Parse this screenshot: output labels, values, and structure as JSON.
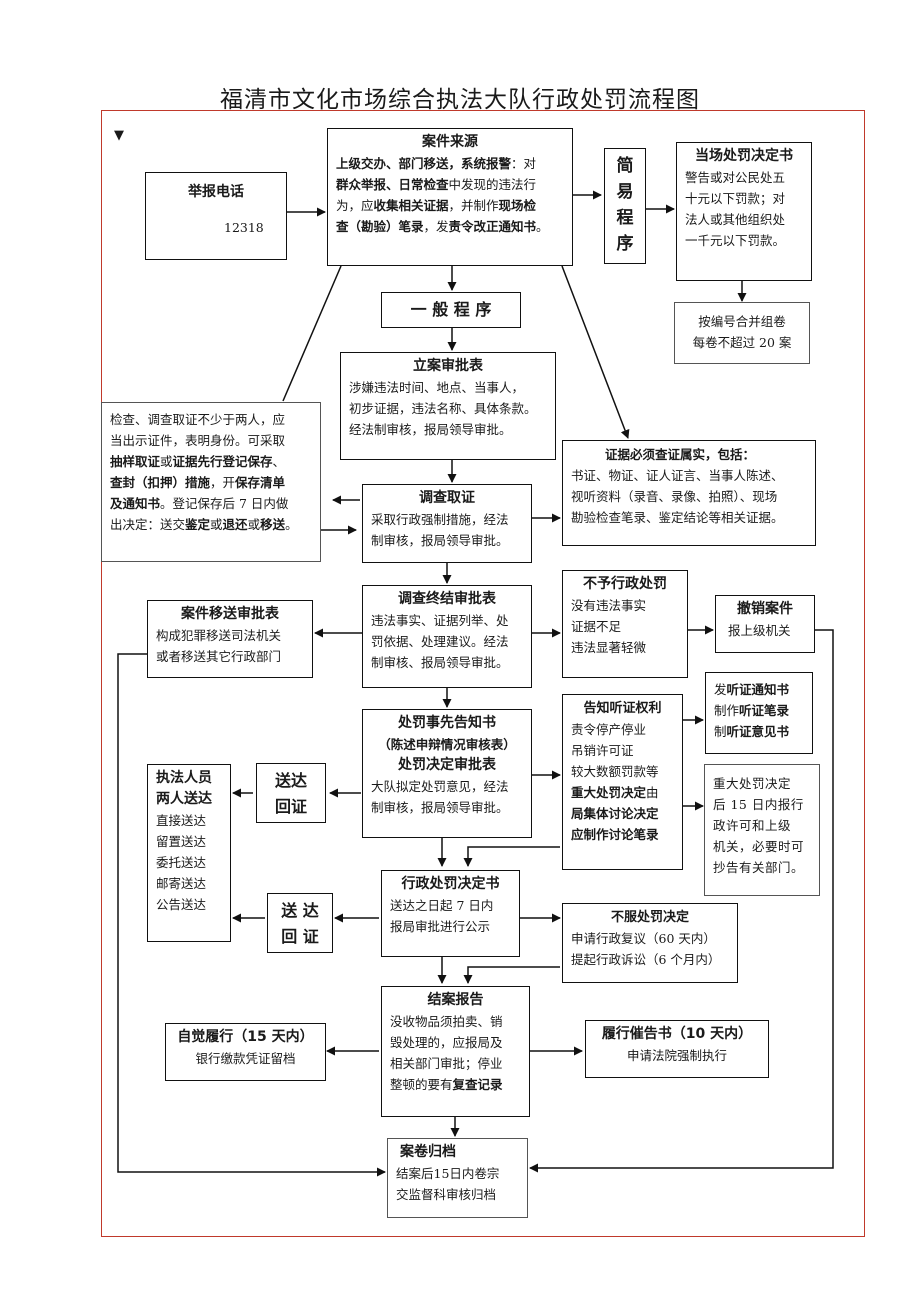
{
  "title": "福清市文化市场综合执法大队行政处罚流程图",
  "marker": "▼",
  "report": {
    "title": "举报电话",
    "number": "12318"
  },
  "source": {
    "title": "案件来源",
    "lines": [
      [
        [
          "上级交办、部门移送，系统报警",
          true
        ],
        [
          "：对",
          false
        ]
      ],
      [
        [
          "群众举报、日常检查",
          true
        ],
        [
          "中发现的违法行",
          false
        ]
      ],
      [
        [
          "为，应",
          false
        ],
        [
          "收集相关证据",
          true
        ],
        [
          "，并制作",
          false
        ],
        [
          "现场检",
          true
        ]
      ],
      [
        [
          "查（勘验）笔录",
          true
        ],
        [
          "，发",
          false
        ],
        [
          "责令改正通知书",
          true
        ],
        [
          "。",
          false
        ]
      ]
    ]
  },
  "simple": {
    "label": "简易程序",
    "chars": [
      "简",
      "易",
      "程",
      "序"
    ]
  },
  "onsite": {
    "title": "当场处罚决定书",
    "lines": [
      "警告或对公民处五",
      "十元以下罚款；对",
      "法人或其他组织处",
      "一千元以下罚款。"
    ]
  },
  "archive_group": {
    "lines": [
      "按编号合并组卷",
      "每卷不超过 20 案"
    ]
  },
  "general": {
    "label": "一 般 程 序"
  },
  "filing": {
    "title": "立案审批表",
    "lines": [
      "涉嫌违法时间、地点、当事人，",
      "初步证据，违法名称、具体条款。",
      "经法制审核，报局领导审批。"
    ]
  },
  "inspect": {
    "lines": [
      [
        [
          "检查、调查取证不少于两人，应",
          false
        ]
      ],
      [
        [
          "当出示证件，表明身份。可采取",
          false
        ]
      ],
      [
        [
          "抽样取证",
          true
        ],
        [
          "或",
          false
        ],
        [
          "证据先行登记保存",
          true
        ],
        [
          "、",
          false
        ]
      ],
      [
        [
          "查封（扣押）措施",
          true
        ],
        [
          "，开",
          false
        ],
        [
          "保存清单",
          true
        ]
      ],
      [
        [
          "及通知书",
          true
        ],
        [
          "。登记保存后 7 日内做",
          false
        ]
      ],
      [
        [
          "出决定：送交",
          false
        ],
        [
          "鉴定",
          true
        ],
        [
          "或",
          false
        ],
        [
          "退还",
          true
        ],
        [
          "或",
          false
        ],
        [
          "移送",
          true
        ],
        [
          "。",
          false
        ]
      ]
    ]
  },
  "evidence": {
    "title": "证据必须查证属实，包括：",
    "lines": [
      "书证、物证、证人证言、当事人陈述、",
      "视听资料（录音、录像、拍照）、现场",
      "勘验检查笔录、鉴定结论等相关证据。"
    ]
  },
  "investigate": {
    "title": "调查取证",
    "lines": [
      "采取行政强制措施，经法",
      "制审核，报局领导审批。"
    ]
  },
  "final_review": {
    "title": "调查终结审批表",
    "lines": [
      "违法事实、证据列举、处",
      "罚依据、处理建议。经法",
      "制审核、报局领导审批。"
    ]
  },
  "transfer": {
    "title": "案件移送审批表",
    "lines": [
      "构成犯罪移送司法机关",
      "或者移送其它行政部门"
    ]
  },
  "no_penalty": {
    "title": "不予行政处罚",
    "lines": [
      "没有违法事实",
      "证据不足",
      "违法显著轻微"
    ]
  },
  "revoke": {
    "title": "撤销案件",
    "lines": [
      "报上级机关"
    ]
  },
  "prior_notice": {
    "title1": "处罚事先告知书",
    "title2": "（陈述申辩情况审核表）",
    "title3": "处罚决定审批表",
    "lines": [
      "大队拟定处罚意见，经法",
      "制审核，报局领导审批。"
    ]
  },
  "hearing": {
    "title": "告知听证权利",
    "lines": [
      [
        [
          "责令停产停业",
          false
        ]
      ],
      [
        [
          "吊销许可证",
          false
        ]
      ],
      [
        [
          "较大数额罚款等",
          false
        ]
      ],
      [
        [
          "重大处罚决定",
          true
        ],
        [
          "由",
          false
        ]
      ],
      [
        [
          "局集体讨论决定",
          true
        ]
      ],
      [
        [
          "应制作讨论笔录",
          true
        ]
      ]
    ]
  },
  "hearing_docs": {
    "lines": [
      [
        [
          "发",
          false
        ],
        [
          "听证通知书",
          true
        ]
      ],
      [
        [
          "制作",
          false
        ],
        [
          "听证笔录",
          true
        ]
      ],
      [
        [
          "制",
          false
        ],
        [
          "听证意见书",
          true
        ]
      ]
    ]
  },
  "major": {
    "lines": [
      "重大处罚决定",
      "后 15 日内报行",
      "政许可和上级",
      "机关，必要时可",
      "抄告有关部门。"
    ]
  },
  "deliver_receipt1": {
    "label": "送达回证",
    "chars": [
      "送达",
      "回证"
    ]
  },
  "deliver_methods": {
    "title1": "执法人员",
    "title2": "两人送达",
    "lines": [
      "直接送达",
      "留置送达",
      "委托送达",
      "邮寄送达",
      "公告送达"
    ]
  },
  "decision": {
    "title": "行政处罚决定书",
    "lines": [
      "送达之日起 7 日内",
      "报局审批进行公示"
    ]
  },
  "deliver_receipt2": {
    "chars": [
      "送 达",
      "回 证"
    ]
  },
  "appeal": {
    "title": "不服处罚决定",
    "lines": [
      "申请行政复议（60 天内）",
      "提起行政诉讼（6 个月内）"
    ]
  },
  "closing": {
    "title": "结案报告",
    "lines": [
      [
        [
          "没收物品须拍卖、销",
          false
        ]
      ],
      [
        [
          "毁处理的，应报局及",
          false
        ]
      ],
      [
        [
          "相关部门审批；停业",
          false
        ]
      ],
      [
        [
          "整顿的要有",
          false
        ],
        [
          "复查记录",
          true
        ]
      ]
    ]
  },
  "voluntary": {
    "title": "自觉履行（15 天内）",
    "lines": [
      "银行缴款凭证留档"
    ]
  },
  "urge": {
    "title": "履行催告书（10 天内）",
    "lines": [
      "申请法院强制执行"
    ]
  },
  "filing_archive": {
    "title": "案卷归档",
    "lines": [
      "结案后15日内卷宗",
      "交监督科审核归档"
    ]
  }
}
